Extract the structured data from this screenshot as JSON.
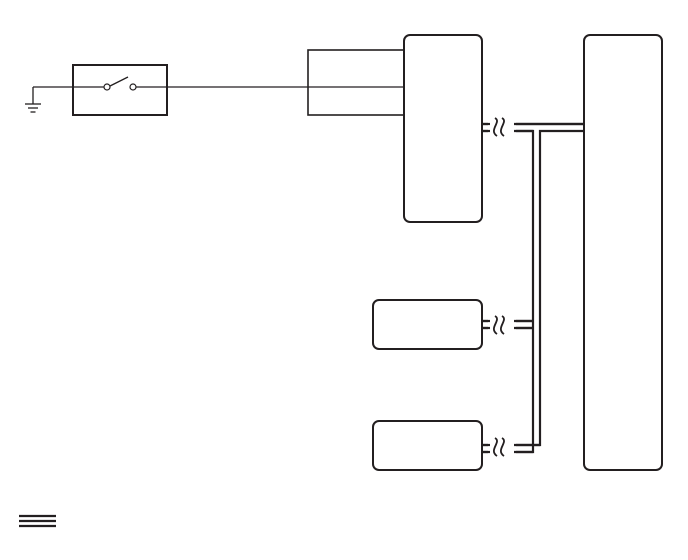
{
  "diagram": {
    "colors": {
      "stroke": "#231f20",
      "background": "#ffffff"
    },
    "components": [
      {
        "id": "ground-symbol",
        "kind": "ground"
      },
      {
        "id": "switch-box",
        "kind": "switch"
      },
      {
        "id": "connector-block",
        "kind": "connector"
      },
      {
        "id": "module-top",
        "kind": "module"
      },
      {
        "id": "module-middle",
        "kind": "module"
      },
      {
        "id": "module-bottom",
        "kind": "module"
      },
      {
        "id": "module-right",
        "kind": "module"
      }
    ],
    "legend": {
      "symbol": "twisted-pair-bus"
    }
  }
}
